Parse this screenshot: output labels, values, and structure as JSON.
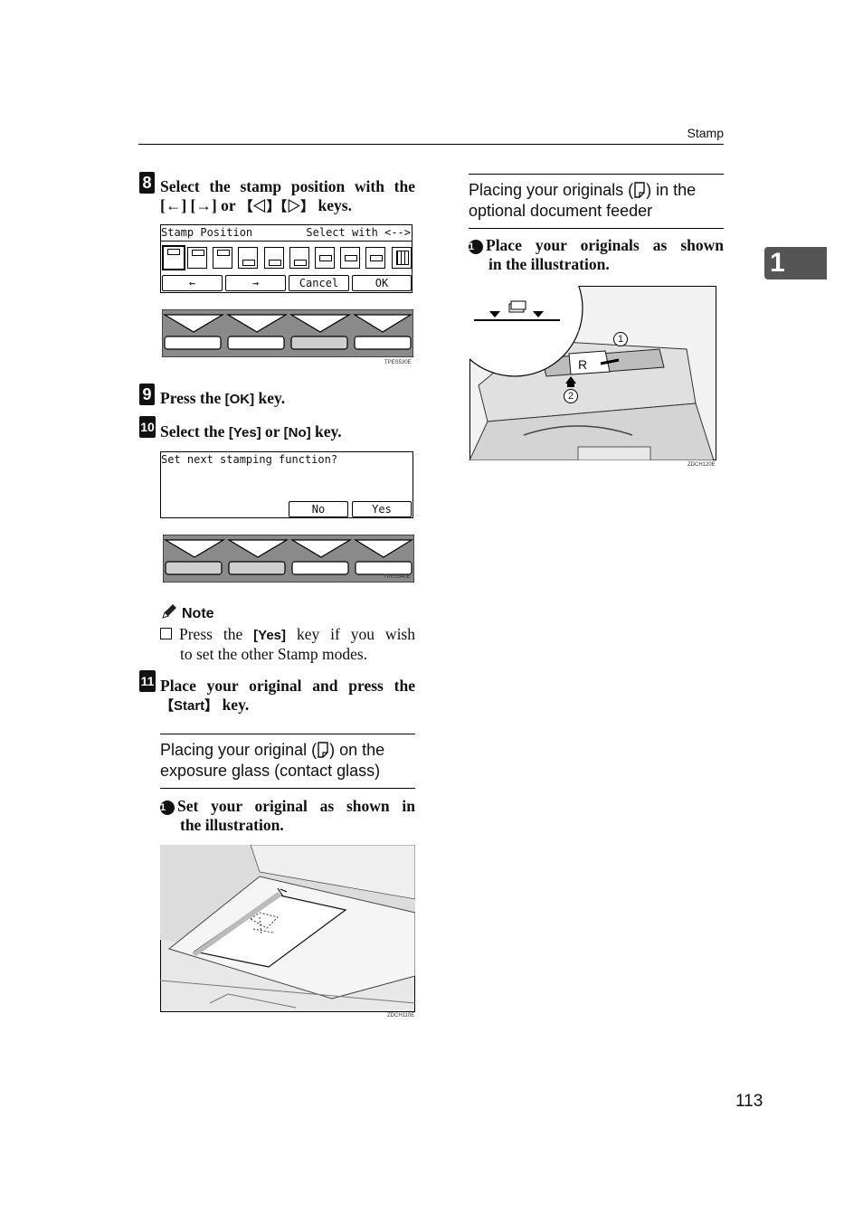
{
  "header": {
    "section": "Stamp"
  },
  "chapter_tab": "1",
  "page_number": "113",
  "step8": {
    "number": "8",
    "line1": "Select the stamp position with the",
    "key_left": "[←]",
    "key_right": "[→]",
    "or": "or",
    "key_prev": "【◁】",
    "key_next": "【▷】",
    "keys_word": "keys.",
    "panel": {
      "title": "Stamp Position",
      "hint": "Select with <-->",
      "buttons": [
        "←",
        "→",
        "Cancel",
        "OK"
      ]
    },
    "fig_code": "TPES530E"
  },
  "step9": {
    "number": "9",
    "prefix": "Press the",
    "key": "[OK]",
    "suffix": "key."
  },
  "step10": {
    "number": "10",
    "prefix": "Select the",
    "key1": "[Yes]",
    "or": "or",
    "key2": "[No]",
    "suffix": "key.",
    "panel": {
      "message": "Set next stamping function?",
      "btn_no": "No",
      "btn_yes": "Yes"
    },
    "fig_code": "TPES540E"
  },
  "note": {
    "title": "Note",
    "prefix": "Press the",
    "key": "[Yes]",
    "line1_suffix": "key if you wish",
    "line2": "to set the other Stamp modes."
  },
  "step11": {
    "number": "11",
    "line1": "Place your original and press the",
    "key": "【Start】",
    "suffix": "key."
  },
  "section_glass": {
    "title_part1": "Placing your original (",
    "title_part2": ") on the",
    "title_line2": "exposure glass (contact glass)",
    "bullet_num": "1",
    "line1": "Set your original as shown in",
    "line2": "the illustration.",
    "fig_code": "ZDCH110E"
  },
  "section_feeder": {
    "title_part1": "Placing your originals (",
    "title_part2": ") in the",
    "title_line2": "optional document feeder",
    "bullet_num": "1",
    "line1": "Place your originals as shown",
    "line2": "in the illustration.",
    "callout1": "1",
    "callout2": "2",
    "fig_code": "ZDCH120E"
  },
  "colors": {
    "tab": "#555555",
    "panel_keys": "#8a8a8a",
    "ink": "#111111"
  }
}
